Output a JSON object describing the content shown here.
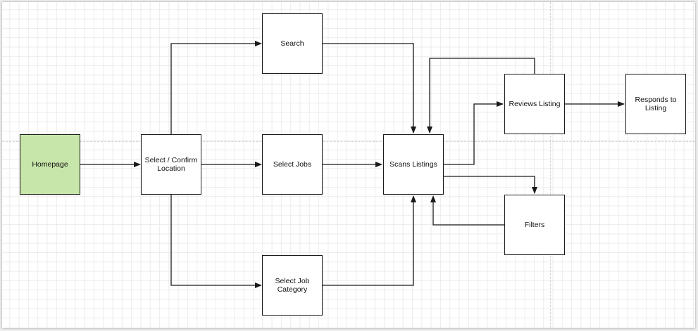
{
  "diagram": {
    "nodes": [
      {
        "id": "homepage",
        "label": "Homepage",
        "fill": "#c7e6a9"
      },
      {
        "id": "select-location",
        "label": "Select / Confirm Location",
        "fill": "#ffffff"
      },
      {
        "id": "search",
        "label": "Search",
        "fill": "#ffffff"
      },
      {
        "id": "select-jobs",
        "label": "Select Jobs",
        "fill": "#ffffff"
      },
      {
        "id": "select-job-category",
        "label": "Select Job Category",
        "fill": "#ffffff"
      },
      {
        "id": "scans-listings",
        "label": "Scans Listings",
        "fill": "#ffffff"
      },
      {
        "id": "reviews-listing",
        "label": "Reviews Listing",
        "fill": "#ffffff"
      },
      {
        "id": "responds-to-listing",
        "label": "Responds to Listing",
        "fill": "#ffffff"
      },
      {
        "id": "filters",
        "label": "Filters",
        "fill": "#ffffff"
      }
    ],
    "edges": [
      {
        "from": "homepage",
        "to": "select-location"
      },
      {
        "from": "select-location",
        "to": "search"
      },
      {
        "from": "select-location",
        "to": "select-jobs"
      },
      {
        "from": "select-location",
        "to": "select-job-category"
      },
      {
        "from": "search",
        "to": "scans-listings"
      },
      {
        "from": "select-jobs",
        "to": "scans-listings"
      },
      {
        "from": "select-job-category",
        "to": "scans-listings"
      },
      {
        "from": "scans-listings",
        "to": "reviews-listing"
      },
      {
        "from": "reviews-listing",
        "to": "scans-listings"
      },
      {
        "from": "reviews-listing",
        "to": "responds-to-listing"
      },
      {
        "from": "scans-listings",
        "to": "filters"
      },
      {
        "from": "filters",
        "to": "scans-listings"
      }
    ],
    "colors": {
      "stroke": "#1a1a1a",
      "start_node_fill": "#c7e6a9",
      "grid": "#ececec"
    }
  }
}
